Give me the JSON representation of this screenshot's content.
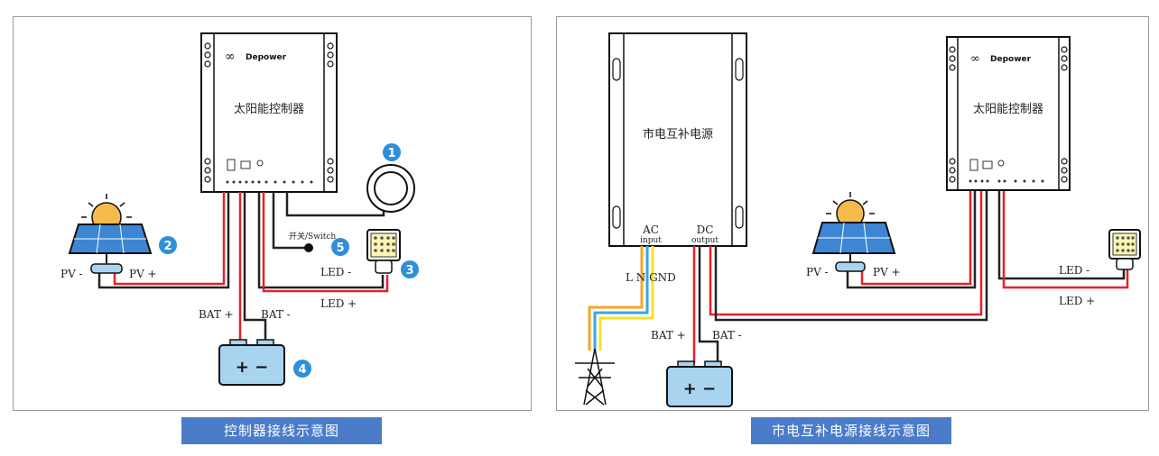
{
  "left": {
    "controller_brand": "Depower",
    "controller_title": "太阳能控制器",
    "labels": {
      "pv_minus": "PV -",
      "pv_plus": "PV +",
      "bat_plus": "BAT +",
      "bat_minus": "BAT -",
      "led_minus": "LED -",
      "led_plus": "LED +",
      "switch": "开关/Switch"
    },
    "markers": [
      "1",
      "2",
      "3",
      "4",
      "5"
    ],
    "battery_symbols": "+ −",
    "caption": "控制器接线示意图"
  },
  "right": {
    "supply_title": "市电互补电源",
    "ac_label": "AC",
    "ac_sub": "input",
    "dc_label": "DC",
    "dc_sub": "output",
    "lngnd": "L  N  GND",
    "controller_brand": "Depower",
    "controller_title": "太阳能控制器",
    "labels": {
      "bat_plus": "BAT +",
      "bat_minus": "BAT -",
      "pv_minus": "PV -",
      "pv_plus": "PV +",
      "led_minus": "LED -",
      "led_plus": "LED +"
    },
    "battery_symbols": "+ −",
    "caption": "市电互补电源接线示意图"
  },
  "colors": {
    "wire_red": "#e8202a",
    "wire_black": "#222222",
    "wire_orange": "#f5a623",
    "wire_blue": "#3aa7e0",
    "wire_yellow": "#f7e12a",
    "marker_blue": "#2f8fd8",
    "battery_fill": "#a9d4f0",
    "caption_bg": "#4a7cc9"
  }
}
